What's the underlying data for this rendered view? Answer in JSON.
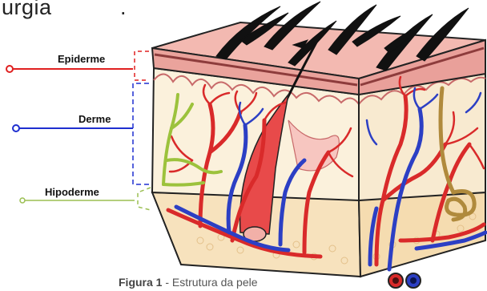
{
  "top_text": "urgia",
  "top_punct": ".",
  "labels": {
    "epiderme": "Epiderme",
    "derme": "Derme",
    "hipoderme": "Hipoderme"
  },
  "caption": {
    "prefix": "Figura 1",
    "text": " - Estrutura da pele"
  },
  "colors": {
    "epiderme_line": "#e02020",
    "derme_line": "#1f2fd0",
    "hipoderme_line": "#9bbf52",
    "skin_surface": "#f3b9b1",
    "dermis": "#fbf1dc",
    "hypodermis": "#f7e2bd",
    "artery": "#d92a2a",
    "vein": "#2c3fc4",
    "hair": "#111111",
    "gland": "#b08a3c",
    "nerve": "#9cc23c"
  },
  "icons": [
    "hair-icon",
    "blood-vessel-icon",
    "sweat-gland-icon",
    "nerve-icon"
  ]
}
